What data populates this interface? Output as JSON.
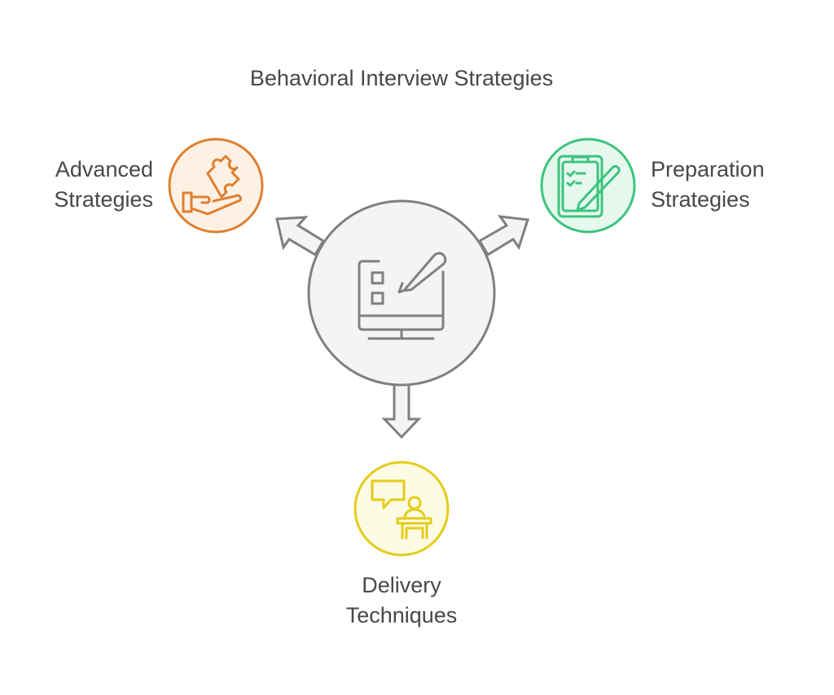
{
  "title": "Behavioral Interview Strategies",
  "nodes": {
    "center": {
      "icon": "monitor-checklist-pencil-icon",
      "color": "#808080",
      "fill": "#f4f4f4"
    },
    "advanced": {
      "line1": "Advanced",
      "line2": "Strategies",
      "icon": "hand-puzzle-icon",
      "color": "#e07f2e",
      "fill": "#fdf0e5"
    },
    "preparation": {
      "line1": "Preparation",
      "line2": "Strategies",
      "icon": "clipboard-pencil-icon",
      "color": "#3cc47e",
      "fill": "#e6f8ee"
    },
    "delivery": {
      "line1": "Delivery",
      "line2": "Techniques",
      "icon": "speaker-podium-icon",
      "color": "#e4cc1a",
      "fill": "#fdfbe3"
    }
  }
}
